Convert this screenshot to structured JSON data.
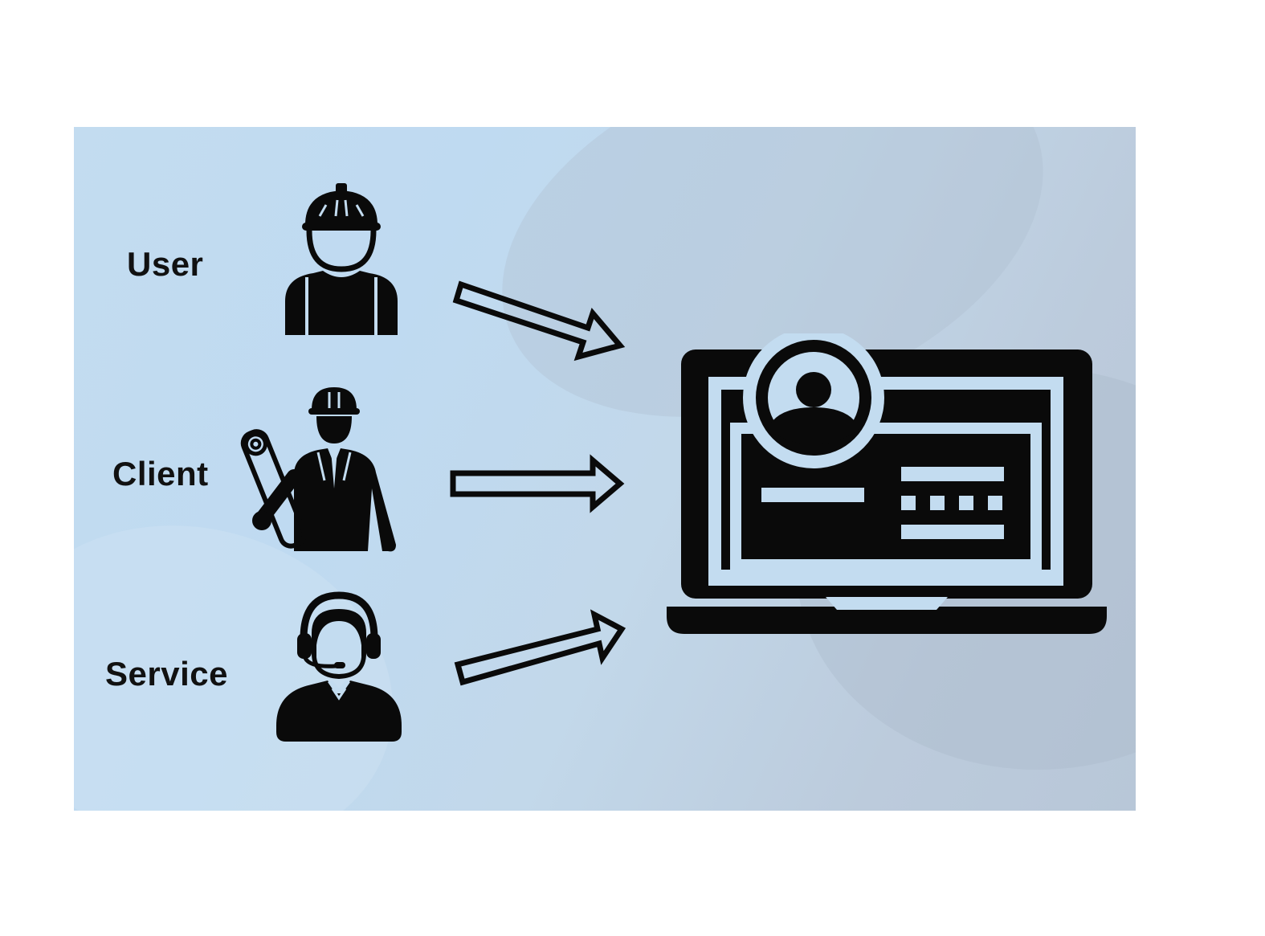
{
  "roles": [
    {
      "label": "User",
      "icon": "construction-worker-icon"
    },
    {
      "label": "Client",
      "icon": "engineer-with-blueprint-icon"
    },
    {
      "label": "Service",
      "icon": "support-agent-headset-icon"
    }
  ],
  "target_icon": "laptop-user-profile-icon",
  "arrow_icon": "outline-arrow-icon",
  "colors": {
    "background": "#ffffff",
    "panel": "#c3dbef",
    "icons": "#0a0a0a"
  }
}
